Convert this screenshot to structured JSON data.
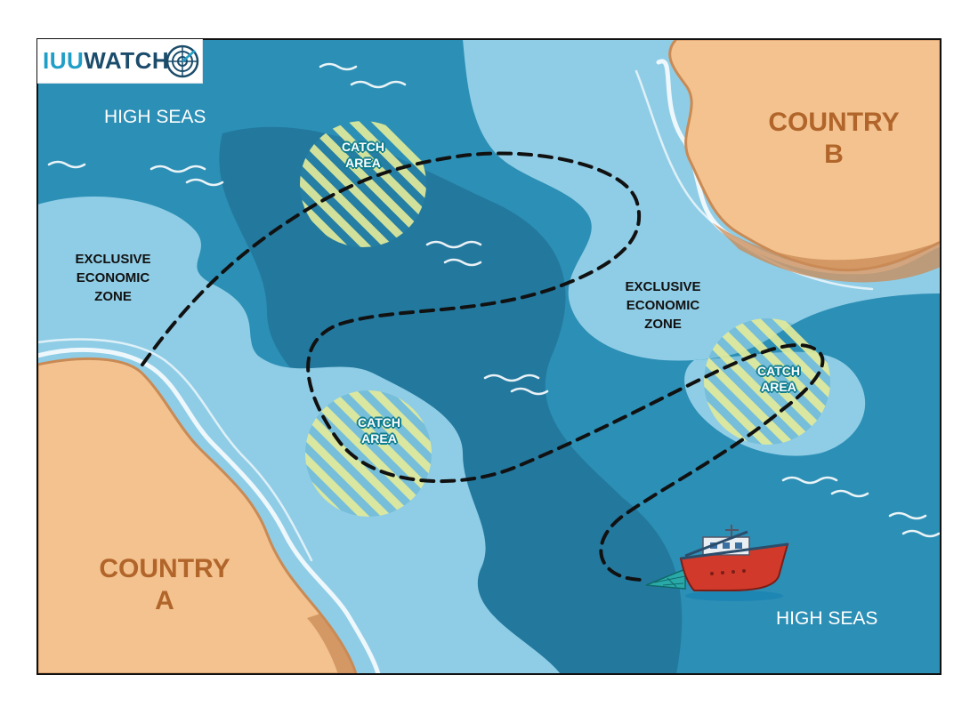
{
  "logo": {
    "iuu": "IUU",
    "watch": "WATCH",
    "icon": "radar-icon"
  },
  "labels": {
    "high_seas_top": "HIGH SEAS",
    "high_seas_bottom": "HIGH SEAS",
    "eez_left": [
      "EXCLUSIVE",
      "ECONOMIC",
      "ZONE"
    ],
    "eez_right": [
      "EXCLUSIVE",
      "ECONOMIC",
      "ZONE"
    ],
    "country_a": [
      "COUNTRY",
      "A"
    ],
    "country_b": [
      "COUNTRY",
      "B"
    ],
    "catch_top": [
      "CATCH",
      "AREA"
    ],
    "catch_middle": [
      "CATCH",
      "AREA"
    ],
    "catch_right": [
      "CATCH",
      "AREA"
    ]
  },
  "colors": {
    "deep_sea": "#2c8fb5",
    "deep_channel": "#1f6f93",
    "shallow_eez": "#8fcde6",
    "land": "#f3c28f",
    "land_edge": "#c98a55",
    "country_text": "#b1652a",
    "catch_stripe": "#e4ec9a",
    "catch_outline": "#0e7d8f",
    "boat_hull": "#d13a2a",
    "route": "#111111"
  },
  "icons": {
    "boat": "fishing-boat-icon",
    "net": "fishing-net-icon",
    "waves": "wave-icon"
  }
}
